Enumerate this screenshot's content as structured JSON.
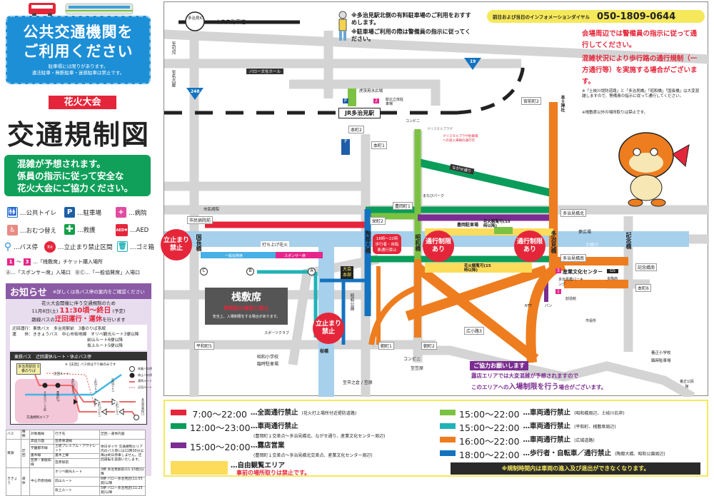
{
  "left": {
    "banner": {
      "title1": "公共交通機関を",
      "title2": "ご利用ください",
      "note1": "駐車場には限りがあります。",
      "note2": "違法駐車・無断駐車・迷惑駐車は禁止です。"
    },
    "event_badge": "花火大会",
    "title": "交通規制図",
    "notice": [
      "混雑が予想されます。",
      "係員の指示に従って安全な",
      "花火大会にご協力ください。"
    ],
    "legend": [
      {
        "icon": "toilet-icon",
        "label": "…公共トイレ"
      },
      {
        "icon": "parking-icon",
        "label": "…駐車場"
      },
      {
        "icon": "hospital-icon",
        "label": "…病院"
      },
      {
        "icon": "diaper-change-icon",
        "label": "…おむつ替え"
      },
      {
        "icon": "first-aid-icon",
        "label": "…救護"
      },
      {
        "icon": "aed-icon",
        "label": "…AED"
      },
      {
        "icon": "bus-stop-icon",
        "label": "…バス停"
      },
      {
        "icon": "no-stopping-icon",
        "label": "…立止まり禁止区間"
      },
      {
        "icon": "trash-icon",
        "label": "…ゴミ箱"
      }
    ],
    "ticket_from": "1",
    "ticket_to": "3",
    "ticket_label": "…「桟敷席」チケット購入場所",
    "entrance_a": "Ⓐ…「スポンサー席」入場口",
    "entrance_bc": "ⒷⒸ…「一般協賛席」入場口"
  },
  "oshirase": {
    "title": "お知らせ",
    "note": "※詳しくは各バス停の案内をご確認ください",
    "line1": "花火大会開催に伴う交通規制のため",
    "date": "11月8日(土)",
    "time": "11:30頃～終日",
    "tentative": "(予定)",
    "line3a": "路線バスの",
    "line3b": "迂回運行・運休",
    "line3c": "を行います",
    "detour": "迂回運行：東鉄バス　多治見駅前　3番のりば系統",
    "suspend1": "運　　休：ききょうバス　中心市街地線　オリベ観光ルート3便以降",
    "suspend2": "前山ルート6便以降",
    "suspend3": "坂上ルート5便以降",
    "diagram_title": "東鉄バス　迂回運休ルート・休止バス停",
    "diagram_note": "※【支回】バス停は下り線のみです",
    "stop_origin": "多治見駅前 3番のりば",
    "detour_route": "迂回ルート",
    "area": "交通規制エリア",
    "legend": [
      "休業バス停",
      "休止バス停",
      "通常ルート",
      "迂回ルート"
    ],
    "stops": [
      "まなびパーク前",
      "豊岡町3",
      "本町3(下り)",
      "上町(下り)",
      "生田(下り)",
      "本町7(上り)",
      "上町(上り)",
      "多治見高校口"
    ],
    "table": {
      "headers": [
        "バス",
        "種類",
        "対象路線",
        "行き先",
        "迂回・運休内容"
      ],
      "rows": [
        [
          "東鉄",
          "迂回",
          "高田方面",
          "笠原東濃線",
          "休日ダイヤ 交通規制エリア内のバス停には11時30分以降は終日停車しません。迂回運転を実施いたします。"
        ],
        [
          "",
          "",
          "学園都市線",
          "土岐プレミアム・アウトレット",
          ""
        ],
        [
          "",
          "",
          "妻木線",
          "妻木上郷",
          ""
        ],
        [
          "",
          "",
          "笠原・東駄知線",
          "笠原駅前",
          ""
        ],
        [
          "ききょう",
          "運休",
          "中心市街地線",
          "オリベ観光ルート",
          "3便 多治見駅前(11:15発)以降"
        ],
        [
          "",
          "",
          "",
          "前山ルート",
          "6便 バロー多治見店(11:55発)以降"
        ],
        [
          "",
          "",
          "",
          "坂上ルート",
          "5便 バロー多治見店(11:25発)以降"
        ]
      ]
    }
  },
  "map": {
    "ic": "多治見IC",
    "expressway": "中央自動車道",
    "route248": "248",
    "route19": "19",
    "to_kani": "至可児",
    "to_nagoya": "至名古屋",
    "guard_note1": "※多治見駅北側の有料駐車場のご利用をおすすめします。",
    "guard_note2": "※駐車場ご利用の際は警備員の指示に従ってください。",
    "dial_label": "前日および当日のインフォメーションダイヤル",
    "dial_number": "050-1809-0644",
    "warn1": "会場周辺では警備員の指示に従って通行してください。",
    "warn2": "混雑状況により歩行路の通行規制（一方通行等）を実施する場合がございます。",
    "small_note1": "※「土岐川堤防道路」と「多治見橋」「昭和橋」「国長橋」は大変混雑しますので、警備員の指示に従って通行してください。",
    "small_note2": "※桟敷席以外の場所取りは禁止です。",
    "hall": "バロー文化ホール",
    "plaza": "虎渓用水広場",
    "north_parking": "駅北立体駐車場",
    "station": "JR多治見駅",
    "bus": "バス",
    "konbini": "コンビニ",
    "crystal": "クリスタルプラザ",
    "crystal_note": "クリスタルプラザ駐車場への進入車輌の通行可",
    "nagase": "ながせ通り",
    "manabi": "まなびパーク",
    "hospital": "市民病院",
    "hospital_stop": "市民病院前",
    "honmachi2": "本町2",
    "honmachi1": "本町1",
    "sakaemachi2": "栄町2",
    "toyookacho1": "豊岡町1",
    "miyamaecho2": "宮前町2",
    "honmachi6": "本町6",
    "shrine": "本土神社",
    "tajimi_bridge_n": "多治見橋北",
    "tajimi_bridge_s": "多治見橋南",
    "kinenbashi_s": "記念橋南",
    "kuninaga": "国長橋",
    "toto": "陶都大橋",
    "showa": "昭和橋",
    "tajimibashi": "多治見橋",
    "kinenbashi": "記念橋",
    "fireworks": "打ち上げ花火",
    "river": "土岐川",
    "yume": "夢広場",
    "general_seat": "一般協賛席",
    "sponsor_seat": "スポンサー席",
    "sajiki": "桟敷席",
    "sajiki_red": "時間前の席取り禁止",
    "sajiki_note": "安全上、入場制限をする場合があります。",
    "hq": "大会本部",
    "showa_park": "昭和公園",
    "sports": "スポーツクラブ",
    "ped_time": "18時～22時",
    "ped_ban": "歩行者・自転車通行禁止",
    "toyooka_parking": "豊岡駐車場",
    "view_ok": "花火観覧可(15時以降)",
    "center": "産業文化センター",
    "tajimibashi_parking": "多治見橋パーキング",
    "gs": "GS",
    "tajimi_sta": "多陶商",
    "soukan": "創造館",
    "bread": "パン",
    "ntt": "NTT",
    "city_hall": "市役所",
    "heiwa5": "平和町5",
    "sakurabashi": "桜橋",
    "showa_school": "昭和小学校",
    "temp_parking": "臨時駐車場",
    "asahi1": "朝町1",
    "asahi2": "朝町2",
    "hirokoji3": "広小路3",
    "hirokoji_w": "朝町",
    "to_kasahara": "至笠原",
    "to_ichinokura": "至市之倉 / 笠原",
    "yosho_school": "養正小学校",
    "yosho_hall": "養正公民館",
    "stop_text": [
      "立止まり",
      "禁止"
    ],
    "restrict_text": [
      "通行制限",
      "あり"
    ],
    "coop_title": "ご協力お願いします",
    "coop1": "露店エリアでは大変混雑が予想されますので",
    "coop2a": "このエリアへの",
    "coop2b": "入場制限を行う",
    "coop2c": "場合がございます。",
    "ticket_nums": [
      "1",
      "2",
      "3"
    ]
  },
  "legend": {
    "items": [
      {
        "color": "#e5263a",
        "time": "7:00～22:00",
        "label": "…全面通行禁止",
        "note": "(花火打上場所付近堤防道路)"
      },
      {
        "color": "#0a9c5a",
        "time": "12:00～23:00",
        "label": "…車両通行禁止",
        "note": "(豊岡町１交差点～多治見橋北、ながせ通り、産業文化センター周辺)"
      },
      {
        "color": "#7b2d91",
        "time": "15:00～20:00",
        "label": "…露店営業",
        "note": "(豊岡町１交差点～多治見橋北交差点、産業文化センター周辺)"
      },
      {
        "color": "#fcdc5a",
        "time": "",
        "label": "…自由観覧エリア",
        "note": "事前の場所取りは禁止です。"
      },
      {
        "color": "#7cc242",
        "time": "15:00～22:00",
        "label": "…車両通行禁止",
        "note": "(昭和橋周辺、土岐川右岸)"
      },
      {
        "color": "#1fb3b8",
        "time": "15:00～22:00",
        "label": "…車両通行禁止",
        "note": "(平和町、桟敷席周辺)"
      },
      {
        "color": "#ee7d1f",
        "time": "16:00～22:00",
        "label": "…車両通行禁止",
        "note": "(広域道路)"
      },
      {
        "color": "#1473c0",
        "time": "18:00～22:00",
        "label": "…歩行者・自転車／通行禁止",
        "note": "(陶都大橋、昭和公園周辺)"
      }
    ],
    "banner": "※規制時間内は車両の進入及び退出ができなくなります。"
  }
}
